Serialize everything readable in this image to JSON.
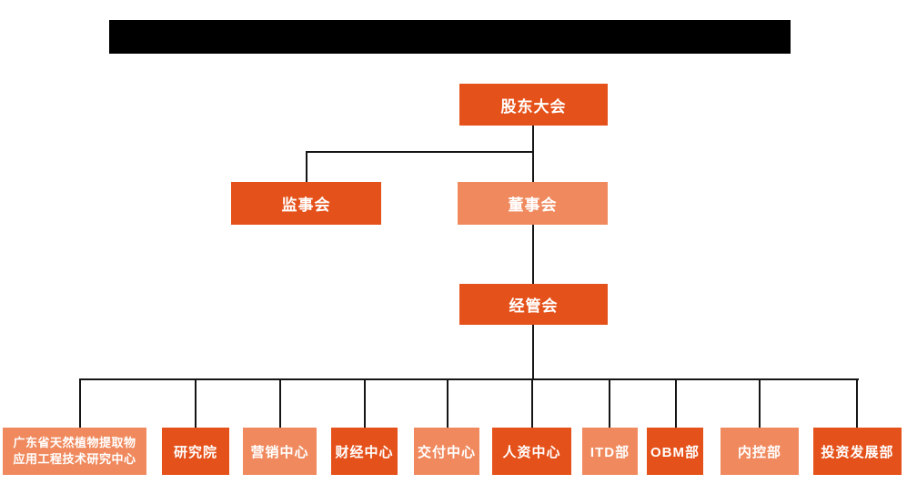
{
  "org": {
    "nodes": {
      "shareholders": {
        "label": "股东大会"
      },
      "supervisory": {
        "label": "监事会"
      },
      "board": {
        "label": "董事会"
      },
      "management": {
        "label": "经管会"
      }
    },
    "departments": [
      {
        "label": "广东省天然植物提取物应用工程技术研究中心",
        "variant": "light"
      },
      {
        "label": "研究院",
        "variant": "dark"
      },
      {
        "label": "营销中心",
        "variant": "light"
      },
      {
        "label": "财经中心",
        "variant": "dark"
      },
      {
        "label": "交付中心",
        "variant": "light"
      },
      {
        "label": "人资中心",
        "variant": "dark"
      },
      {
        "label": "ITD部",
        "variant": "light"
      },
      {
        "label": "OBM部",
        "variant": "dark"
      },
      {
        "label": "内控部",
        "variant": "light"
      },
      {
        "label": "投资发展部",
        "variant": "dark"
      }
    ],
    "colors": {
      "primary_orange": "#E5511A",
      "light_orange": "#F08A5E",
      "connector_black": "#151515",
      "redaction_black": "#000000",
      "text_white": "#FFFFFF"
    }
  }
}
